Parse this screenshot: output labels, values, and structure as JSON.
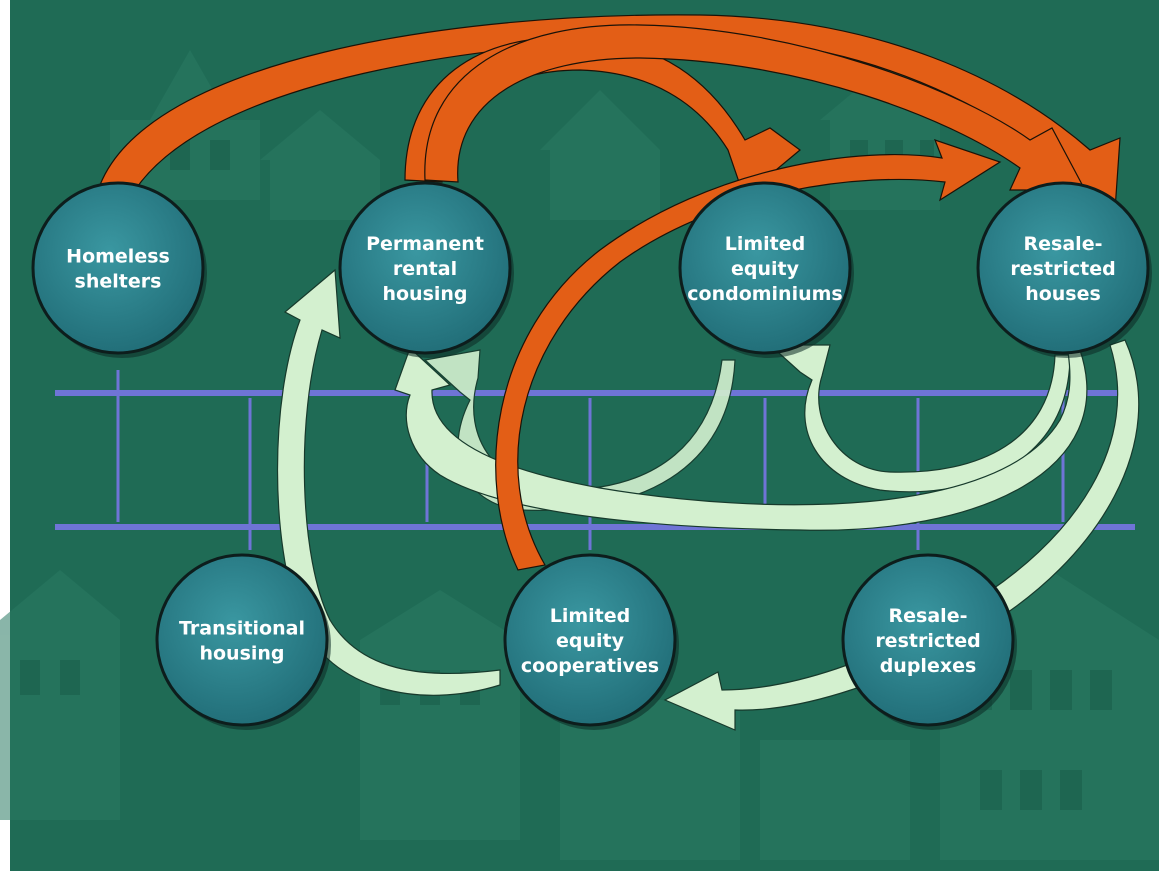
{
  "colors": {
    "background": "#1f6b55",
    "node_fill": "#2a7f8a",
    "node_stroke": "#0d1d1c",
    "ladder": "#6f74d6",
    "arrow_up": "#e35e16",
    "arrow_down": "#d3f0cf"
  },
  "nodes": [
    {
      "id": "homeless",
      "lines": [
        "Homeless",
        "shelters"
      ]
    },
    {
      "id": "permanent",
      "lines": [
        "Permanent",
        "rental",
        "housing"
      ]
    },
    {
      "id": "condos",
      "lines": [
        "Limited",
        "equity",
        "condominiums"
      ]
    },
    {
      "id": "houses",
      "lines": [
        "Resale-",
        "restricted",
        "houses"
      ]
    },
    {
      "id": "transitional",
      "lines": [
        "Transitional",
        "housing"
      ]
    },
    {
      "id": "coops",
      "lines": [
        "Limited",
        "equity",
        "cooperatives"
      ]
    },
    {
      "id": "duplexes",
      "lines": [
        "Resale-",
        "restricted",
        "duplexes"
      ]
    }
  ],
  "arrows": [
    {
      "id": "homeless-to-houses",
      "from": "homeless",
      "to": "houses",
      "direction": "up",
      "color": "orange"
    },
    {
      "id": "permanent-to-condos",
      "from": "permanent",
      "to": "condos",
      "direction": "up",
      "color": "orange"
    },
    {
      "id": "permanent-to-houses",
      "from": "permanent",
      "to": "houses",
      "direction": "up",
      "color": "orange"
    },
    {
      "id": "coops-to-houses",
      "from": "coops",
      "to": "houses",
      "direction": "up",
      "color": "orange"
    },
    {
      "id": "condos-to-permanent",
      "from": "condos",
      "to": "permanent",
      "direction": "down",
      "color": "light-green"
    },
    {
      "id": "houses-to-condos",
      "from": "houses",
      "to": "condos",
      "direction": "down",
      "color": "light-green"
    },
    {
      "id": "houses-to-permanent",
      "from": "houses",
      "to": "permanent",
      "direction": "down",
      "color": "light-green"
    },
    {
      "id": "coops-to-permanent",
      "from": "coops",
      "to": "permanent",
      "direction": "down",
      "color": "light-green"
    },
    {
      "id": "houses-to-coops",
      "from": "houses",
      "to": "coops",
      "direction": "down",
      "color": "light-green"
    }
  ]
}
